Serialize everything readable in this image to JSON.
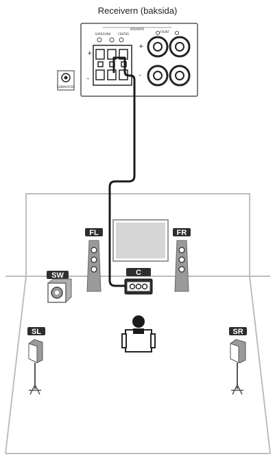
{
  "title": "Receivern (baksida)",
  "receiver": {
    "section_label": "SPEAKERS",
    "front_label": "FRONT",
    "surround_label": "SURROUND",
    "center_label": "CENTER",
    "subwoofer_label": "SUBWOOFER",
    "plus": "+",
    "minus": "–"
  },
  "speakers": {
    "fl": "FL",
    "fr": "FR",
    "c": "C",
    "sw": "SW",
    "sl": "SL",
    "sr": "SR"
  },
  "colors": {
    "tag_bg": "#2e2e2e",
    "cable": "#1a1a1a",
    "room_line": "#bdbdbd",
    "speaker_body": "#9a9a9a",
    "tv": "#d6d6d6"
  }
}
